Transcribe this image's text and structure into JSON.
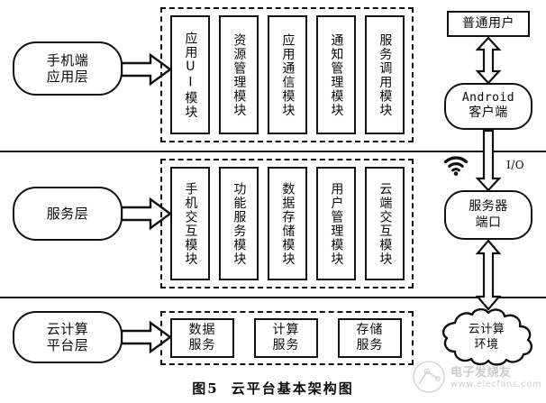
{
  "figure": {
    "caption_number": "图5",
    "caption_title": "云平台基本架构图"
  },
  "layers": [
    {
      "id": "mobile-app-layer",
      "label": "手机端\n应用层"
    },
    {
      "id": "service-layer",
      "label": "服务层"
    },
    {
      "id": "cloud-platform-layer",
      "label": "云计算\n平台层"
    }
  ],
  "layer_labels": {
    "mobile_line1": "手机端",
    "mobile_line2": "应用层",
    "service": "服务层",
    "cloud_line1": "云计算",
    "cloud_line2": "平台层"
  },
  "row1_modules": [
    {
      "id": "app-ui-module",
      "label": "应用UI模块"
    },
    {
      "id": "resource-management-module",
      "label": "资源管理模块"
    },
    {
      "id": "app-communication-module",
      "label": "应用通信模块"
    },
    {
      "id": "notification-management-module",
      "label": "通知管理模块"
    },
    {
      "id": "service-invocation-module",
      "label": "服务调用模块"
    }
  ],
  "row2_modules": [
    {
      "id": "phone-interaction-module",
      "label": "手机交互模块"
    },
    {
      "id": "function-service-module",
      "label": "功能服务模块"
    },
    {
      "id": "data-storage-module",
      "label": "数据存储模块"
    },
    {
      "id": "user-management-module",
      "label": "用户管理模块"
    },
    {
      "id": "cloud-interaction-module",
      "label": "云端交互模块"
    }
  ],
  "row3_modules": [
    {
      "id": "data-service",
      "line1": "数据",
      "line2": "服务"
    },
    {
      "id": "compute-service",
      "line1": "计算",
      "line2": "服务"
    },
    {
      "id": "storage-service",
      "line1": "存储",
      "line2": "服务"
    }
  ],
  "right_column": {
    "normal_user": "普通用户",
    "android_client_line1": "Android",
    "android_client_line2": "客户端",
    "server_port_line1": "服务器",
    "server_port_line2": "端口",
    "cloud_env_line1": "云计算",
    "cloud_env_line2": "环境",
    "io_label": "I/O",
    "wifi_icon": "wifi-icon"
  },
  "watermark": {
    "text": "电子发烧友",
    "url": "www.elecfans.com"
  },
  "colors": {
    "stroke": "#111111",
    "background": "#ffffff"
  }
}
